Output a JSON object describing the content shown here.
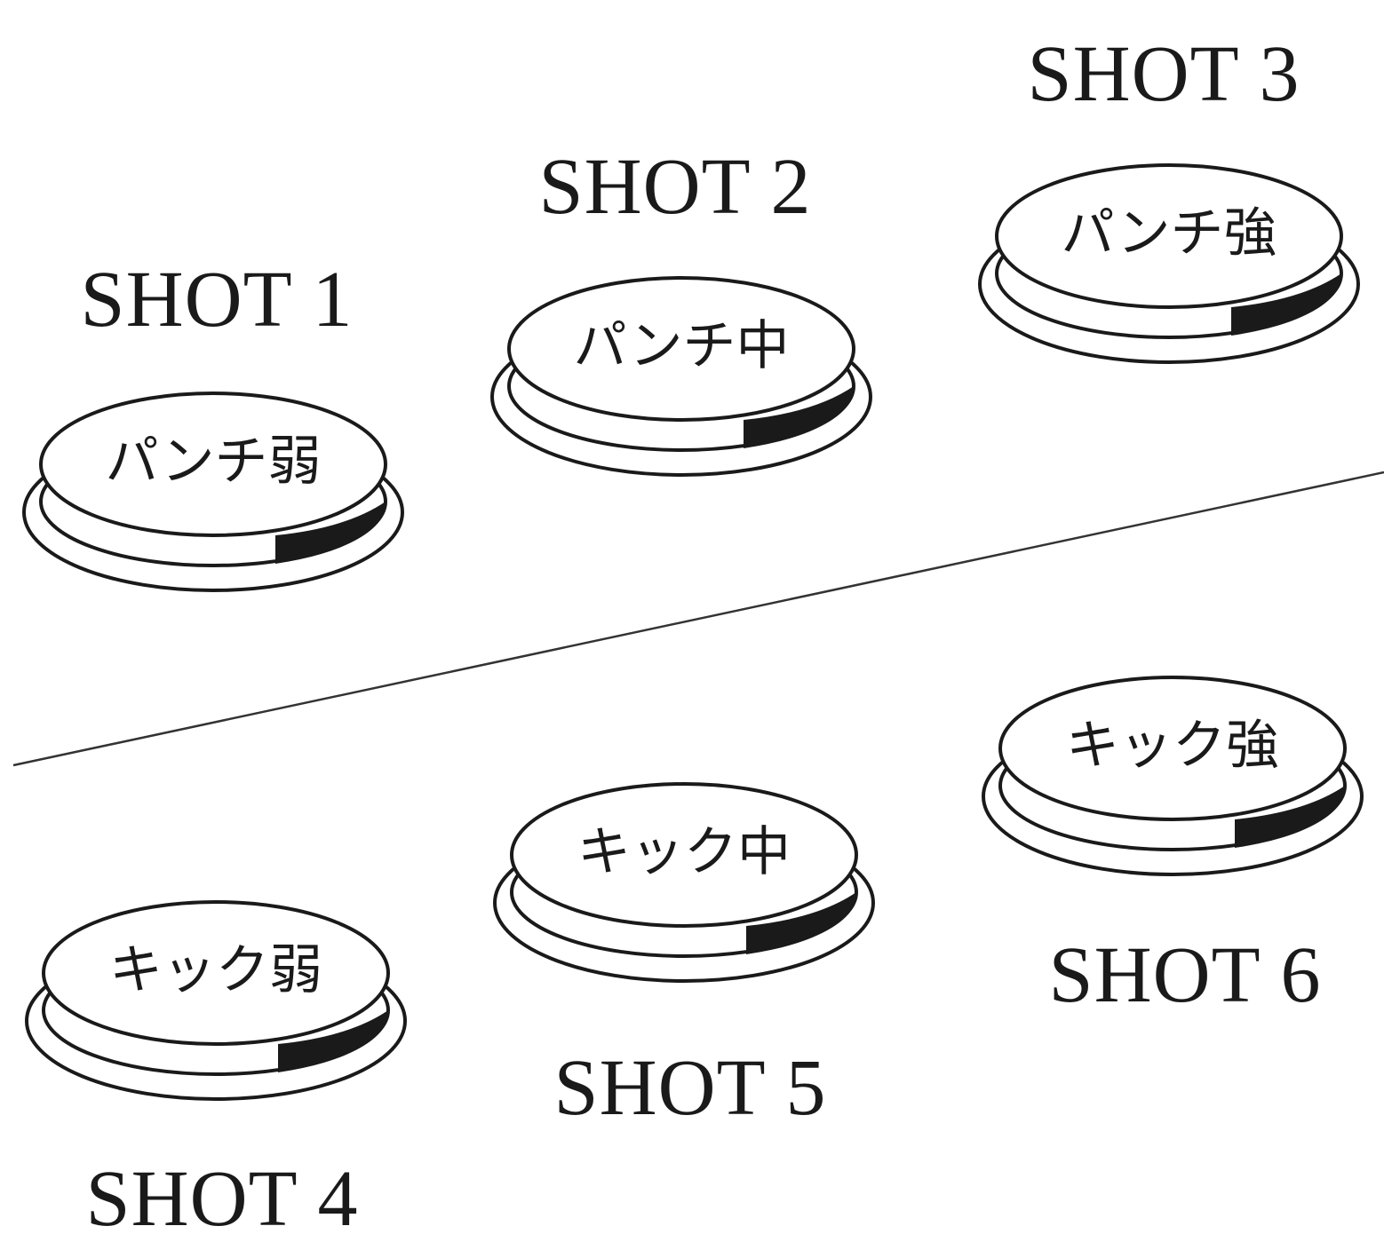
{
  "buttons": [
    {
      "shot_label": "SHOT 1",
      "button_text": "パンチ弱"
    },
    {
      "shot_label": "SHOT 2",
      "button_text": "パンチ中"
    },
    {
      "shot_label": "SHOT 3",
      "button_text": "パンチ強"
    },
    {
      "shot_label": "SHOT 4",
      "button_text": "キック弱"
    },
    {
      "shot_label": "SHOT 5",
      "button_text": "キック中"
    },
    {
      "shot_label": "SHOT 6",
      "button_text": "キック強"
    }
  ]
}
